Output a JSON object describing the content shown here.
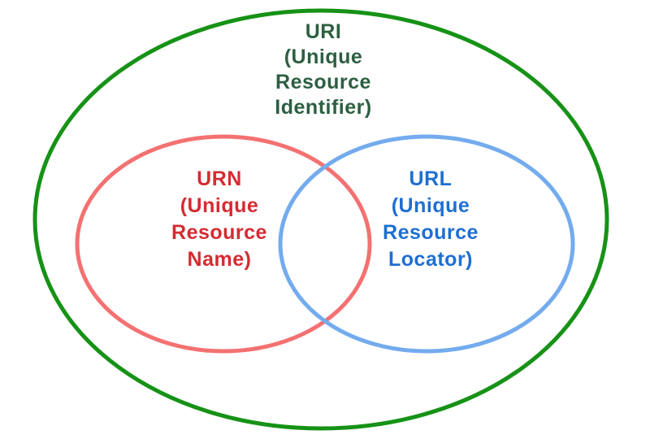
{
  "diagram": {
    "title": "URI URN URL Venn diagram",
    "background_color": "#ffffff",
    "outer_set": {
      "name": "URI",
      "label_lines": [
        "URI",
        "(Unique",
        "Resource",
        "Identifier)"
      ],
      "stroke_color": "#169216",
      "text_color": "#2d5f42"
    },
    "left_set": {
      "name": "URN",
      "label_lines": [
        "URN",
        "(Unique",
        "Resource",
        "Name)"
      ],
      "stroke_color": "#f47171",
      "text_color": "#d52b32"
    },
    "right_set": {
      "name": "URL",
      "label_lines": [
        "URL",
        "(Unique",
        "Resource",
        "Locator)"
      ],
      "stroke_color": "#73abee",
      "text_color": "#1e6fd2"
    }
  }
}
